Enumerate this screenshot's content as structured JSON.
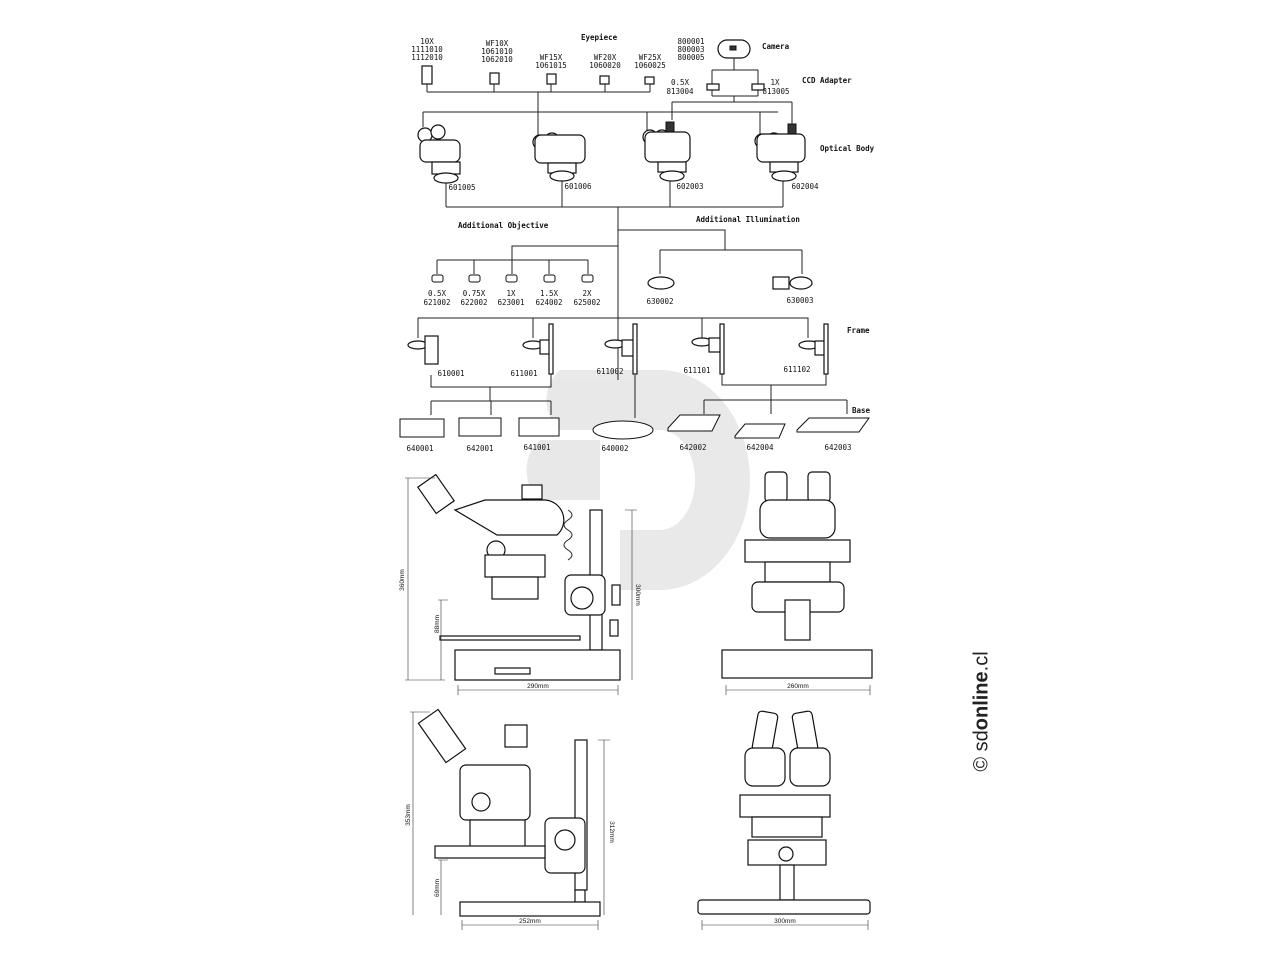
{
  "headings": {
    "eyepiece": "Eyepiece",
    "camera": "Camera",
    "ccd_adapter": "CCD Adapter",
    "optical_body": "Optical Body",
    "additional_objective": "Additional Objective",
    "additional_illumination": "Additional Illumination",
    "frame": "Frame",
    "base": "Base"
  },
  "eyepieces": [
    {
      "mag": "10X",
      "codes": [
        "1111010",
        "1112010"
      ]
    },
    {
      "mag": "WF10X",
      "codes": [
        "1061010",
        "1062010"
      ]
    },
    {
      "mag": "WF15X",
      "codes": [
        "1061015"
      ]
    },
    {
      "mag": "WF20X",
      "codes": [
        "1060020"
      ]
    },
    {
      "mag": "WF25X",
      "codes": [
        "1060025"
      ]
    }
  ],
  "camera": {
    "codes": [
      "800001",
      "800003",
      "800005"
    ]
  },
  "ccd_adapters": [
    {
      "mag": "0.5X",
      "code": "813004"
    },
    {
      "mag": "1X",
      "code": "813005"
    }
  ],
  "optical_bodies": [
    "601005",
    "601006",
    "602003",
    "602004"
  ],
  "objectives": [
    {
      "mag": "0.5X",
      "code": "621002"
    },
    {
      "mag": "0.75X",
      "code": "622002"
    },
    {
      "mag": "1X",
      "code": "623001"
    },
    {
      "mag": "1.5X",
      "code": "624002"
    },
    {
      "mag": "2X",
      "code": "625002"
    }
  ],
  "illumination": [
    "630002",
    "630003"
  ],
  "frames": [
    "610001",
    "611001",
    "611002",
    "611101",
    "611102"
  ],
  "bases": [
    "640001",
    "642001",
    "641001",
    "640002",
    "642002",
    "642004",
    "642003"
  ],
  "dimensions": {
    "side_height": "360mm",
    "side_stage": "88mm",
    "side_column": "300mm",
    "side_width": "290mm",
    "front_width": "260mm",
    "b_height": "353mm",
    "b_stage": "69mm",
    "b_column": "312mm",
    "b_width": "252mm",
    "b_front_width": "300mm"
  },
  "watermark": {
    "copyright": "©",
    "prefix": "sd",
    "bold": "online",
    "suffix": ".cl"
  }
}
